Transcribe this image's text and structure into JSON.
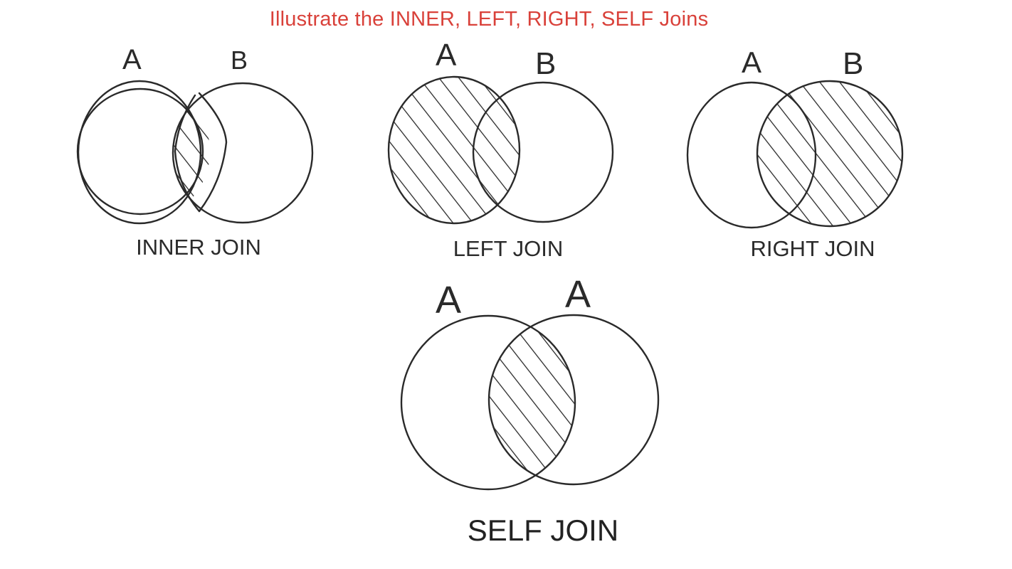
{
  "title": "Illustrate the INNER, LEFT, RIGHT, SELF Joins",
  "colors": {
    "title": "#d9413a",
    "ink": "#2a2a2a",
    "background": "#ffffff"
  },
  "diagrams": [
    {
      "caption": "INNER JOIN",
      "left_set": "A",
      "right_set": "B",
      "shaded": "intersection"
    },
    {
      "caption": "LEFT JOIN",
      "left_set": "A",
      "right_set": "B",
      "shaded": "left circle"
    },
    {
      "caption": "RIGHT JOIN",
      "left_set": "A",
      "right_set": "B",
      "shaded": "right circle"
    },
    {
      "caption": "SELF JOIN",
      "left_set": "A",
      "right_set": "A",
      "shaded": "intersection"
    }
  ]
}
